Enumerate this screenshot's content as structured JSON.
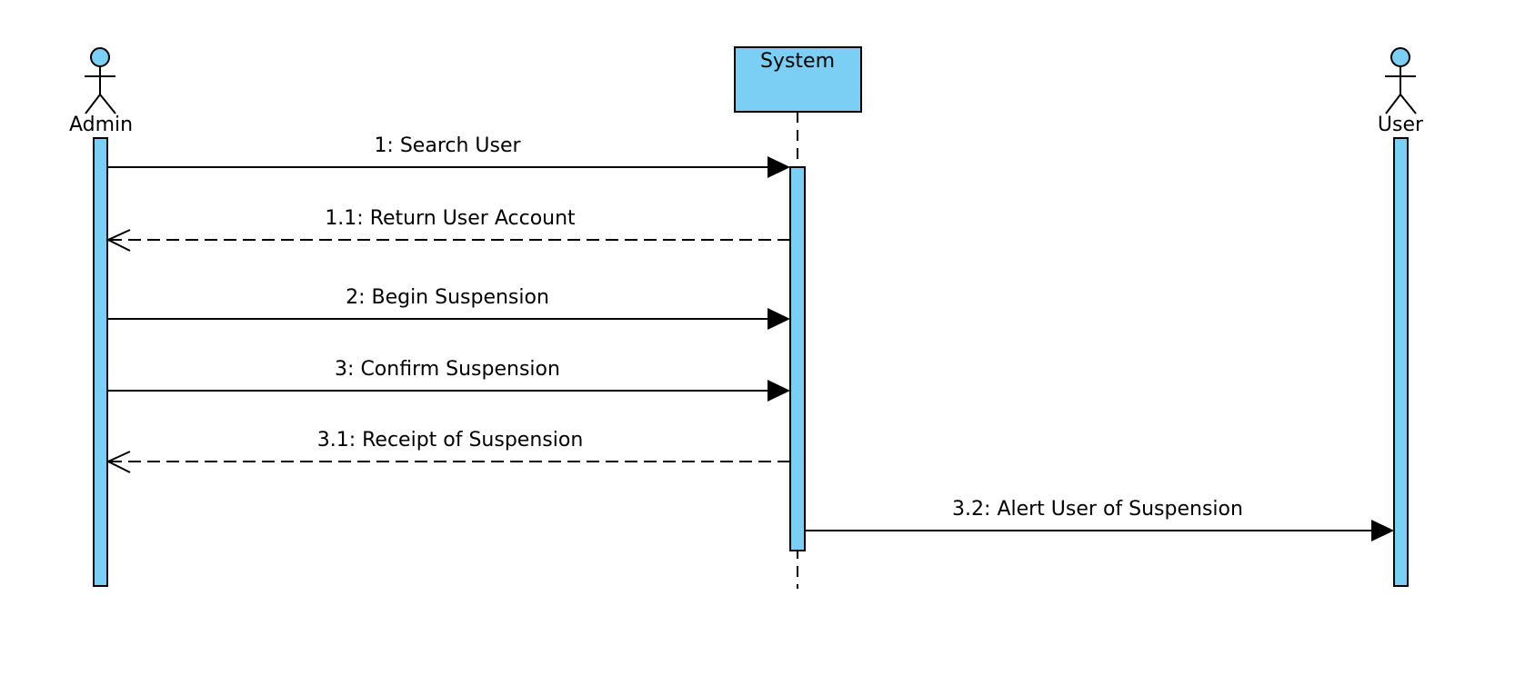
{
  "colors": {
    "fill": "#7ccff4",
    "stroke": "#000000",
    "background": "#ffffff"
  },
  "participants": {
    "admin": {
      "label": "Admin",
      "kind": "actor"
    },
    "system": {
      "label": "System",
      "kind": "object"
    },
    "user": {
      "label": "User",
      "kind": "actor"
    }
  },
  "messages": [
    {
      "label": "1: Search User",
      "from": "Admin",
      "to": "System",
      "style": "synchronous"
    },
    {
      "label": "1.1: Return User Account",
      "from": "System",
      "to": "Admin",
      "style": "return"
    },
    {
      "label": "2: Begin Suspension",
      "from": "Admin",
      "to": "System",
      "style": "synchronous"
    },
    {
      "label": "3: Confirm Suspension",
      "from": "Admin",
      "to": "System",
      "style": "synchronous"
    },
    {
      "label": "3.1: Receipt of Suspension",
      "from": "System",
      "to": "Admin",
      "style": "return"
    },
    {
      "label": "3.2: Alert User of Suspension",
      "from": "System",
      "to": "User",
      "style": "synchronous"
    }
  ]
}
